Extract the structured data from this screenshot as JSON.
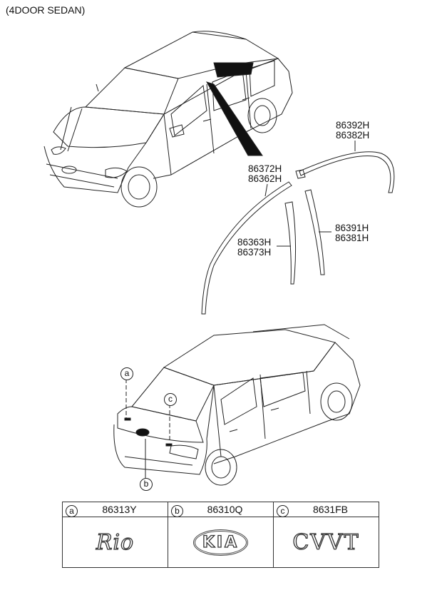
{
  "title": "(4DOOR SEDAN)",
  "parts": {
    "p1": [
      "86392H",
      "86382H"
    ],
    "p2": [
      "86372H",
      "86362H"
    ],
    "p3": [
      "86391H",
      "86381H"
    ],
    "p4": [
      "86363H",
      "86373H"
    ]
  },
  "callouts": {
    "a": "a",
    "b": "b",
    "c": "c"
  },
  "legend": [
    {
      "letter": "a",
      "part": "86313Y",
      "emblem": "Rio"
    },
    {
      "letter": "b",
      "part": "86310Q",
      "emblem": "KIA"
    },
    {
      "letter": "c",
      "part": "8631FB",
      "emblem": "CVVT"
    }
  ]
}
